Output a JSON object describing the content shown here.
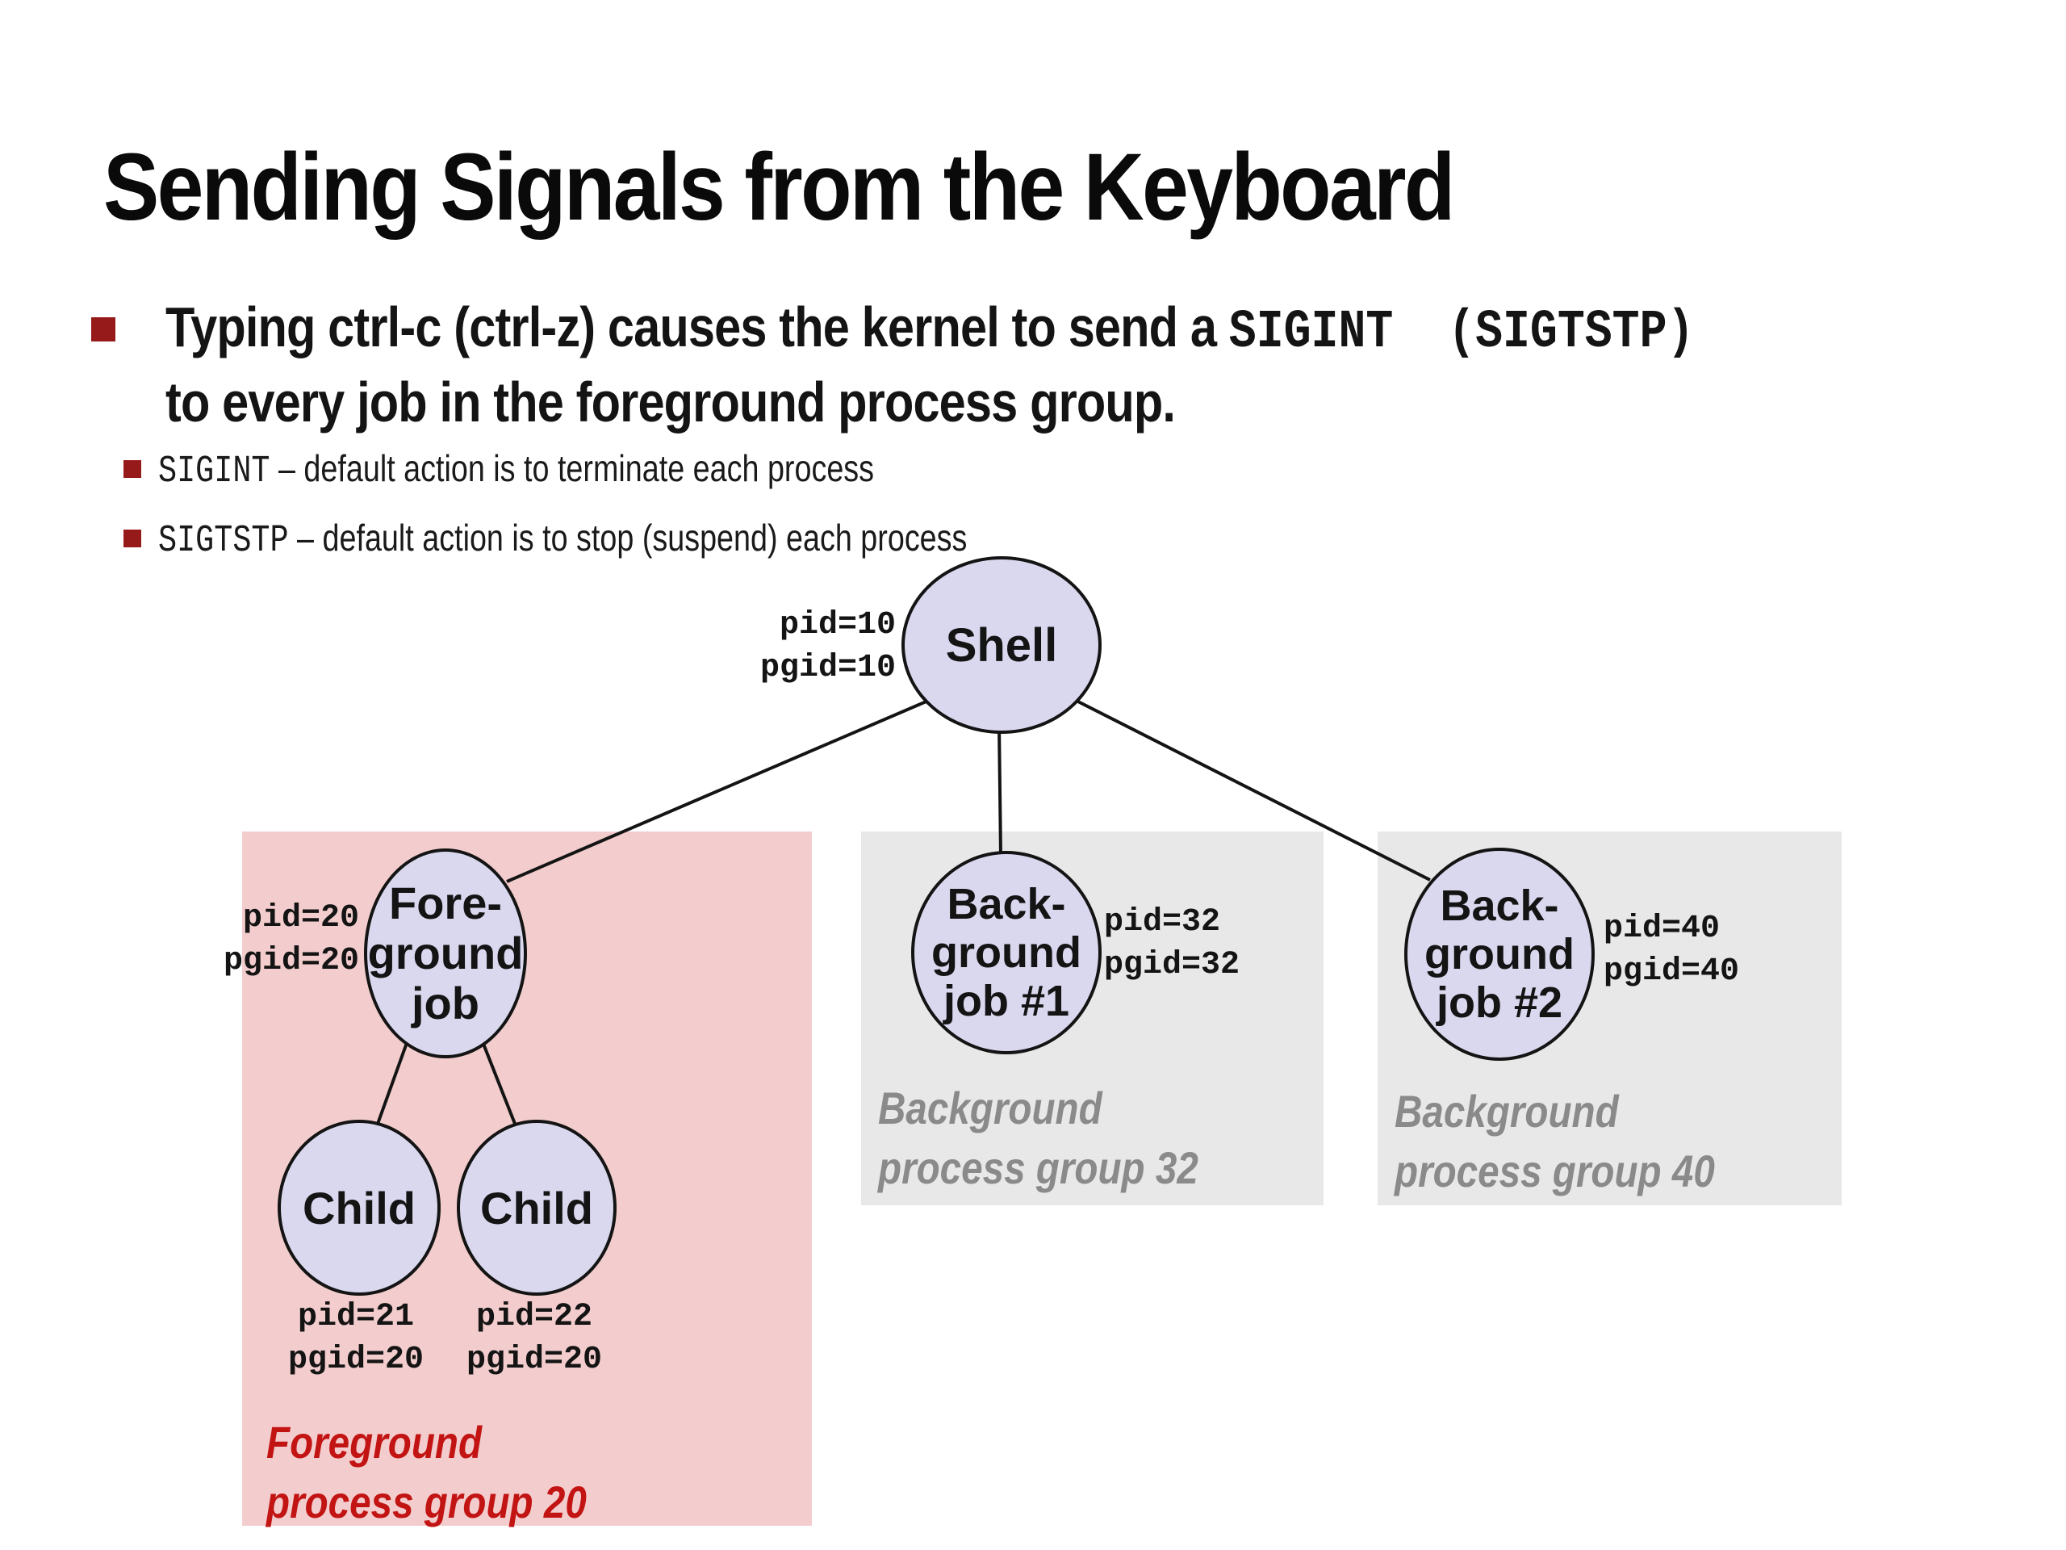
{
  "slide": {
    "title": "Sending Signals from the Keyboard",
    "bullet": {
      "line1_pre": "Typing ctrl-c (ctrl-z) causes the kernel to send a ",
      "line1_mono": "SIGINT  (SIGTSTP)",
      "line2": "to every job in the foreground process group."
    },
    "subbullets": [
      {
        "mono": "SIGINT",
        "rest": " – default action is to terminate each process"
      },
      {
        "mono": "SIGTSTP",
        "rest": " – default action is to stop (suspend) each process"
      }
    ]
  },
  "diagram": {
    "shell": {
      "label": "Shell",
      "pid": "pid=10",
      "pgid": "pgid=10"
    },
    "foreground": {
      "job": {
        "line1": "Fore-",
        "line2": "ground",
        "line3": "job",
        "pid": "pid=20",
        "pgid": "pgid=20"
      },
      "child1": {
        "label": "Child",
        "pid": "pid=21",
        "pgid": "pgid=20"
      },
      "child2": {
        "label": "Child",
        "pid": "pid=22",
        "pgid": "pgid=20"
      },
      "box_label_line1": "Foreground",
      "box_label_line2": "process group 20"
    },
    "background1": {
      "job": {
        "line1": "Back-",
        "line2": "ground",
        "line3": "job #1",
        "pid": "pid=32",
        "pgid": "pgid=32"
      },
      "box_label_line1": "Background",
      "box_label_line2": "process group 32"
    },
    "background2": {
      "job": {
        "line1": "Back-",
        "line2": "ground",
        "line3": "job #2",
        "pid": "pid=40",
        "pgid": "pgid=40"
      },
      "box_label_line1": "Background",
      "box_label_line2": "process group 40"
    }
  },
  "colors": {
    "node_fill": "#dad8ee",
    "fg_box": "#f3cdcd",
    "bg_box": "#e8e8e8",
    "red_label": "#c31414",
    "gray_label": "#8a8a8a",
    "bullet_square": "#971a1a"
  }
}
